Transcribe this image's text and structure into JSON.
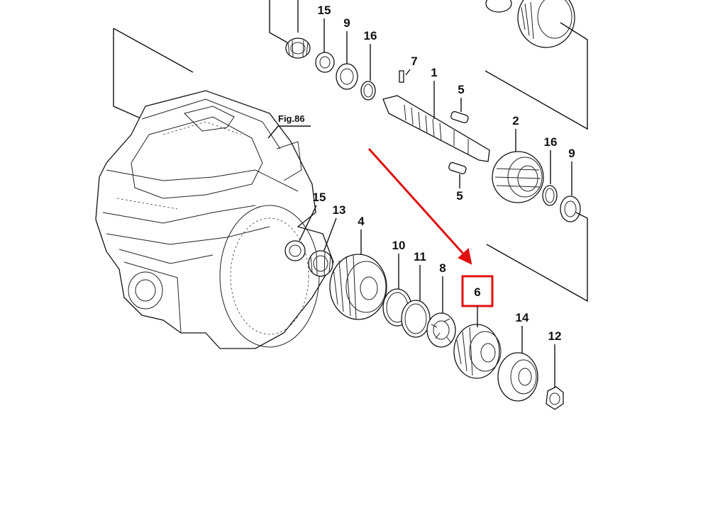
{
  "figure_reference": "Fig.86",
  "highlighted_part": "6",
  "highlight_color": "#e01010",
  "part_labels": {
    "p15_top": "15",
    "p9_top": "9",
    "p16_top": "16",
    "p7": "7",
    "p1": "1",
    "p5_upper": "5",
    "p5_lower": "5",
    "p2": "2",
    "p16_right": "16",
    "p9_right": "9",
    "p15_mid": "15",
    "p13": "13",
    "p4": "4",
    "p10": "10",
    "p11": "11",
    "p8": "8",
    "p6": "6",
    "p14": "14",
    "p12": "12"
  }
}
